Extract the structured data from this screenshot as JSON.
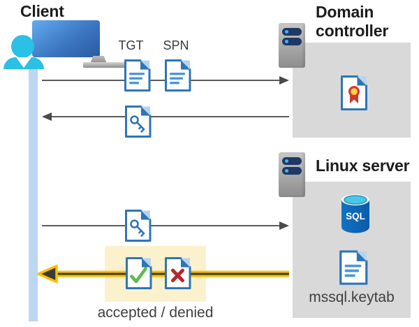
{
  "client": {
    "label": "Client"
  },
  "domain_controller": {
    "label": "Domain\ncontroller"
  },
  "linux_server": {
    "label": "Linux server",
    "sql_label": "SQL",
    "keytab_label": "mssql.keytab"
  },
  "flow": {
    "tgt_label": "TGT",
    "spn_label": "SPN",
    "result_label": "accepted / denied"
  },
  "icons": {
    "client_user": "person-at-monitor",
    "server": "server-tower",
    "tgt_document": "document-with-text-lines",
    "spn_document": "document-with-text-lines",
    "ticket_document": "document-with-key",
    "certificate_document": "document-with-ribbon-seal",
    "sql_database": "database-cylinder",
    "keytab_document": "document-with-text-lines",
    "accepted_document": "document-with-green-check",
    "denied_document": "document-with-red-x"
  },
  "colors": {
    "document_blue": "#2E75B6",
    "document_line_blue": "#4C96DC",
    "fold_light_blue": "#B5D3EF",
    "accepted_green": "#5CBB4C",
    "denied_red": "#B3282D",
    "highlight_yellow": "#FBF2CD",
    "arrow_yellow": "#FFC000",
    "arrow_gray": "#5B5B5B",
    "zone_gray": "#D9D9D9",
    "lifeline_blue": "#BCD7F0",
    "client_cyan": "#2BC0E5",
    "sql_blue": "#0E62B4",
    "server_bar_navy": "#1E3965"
  }
}
